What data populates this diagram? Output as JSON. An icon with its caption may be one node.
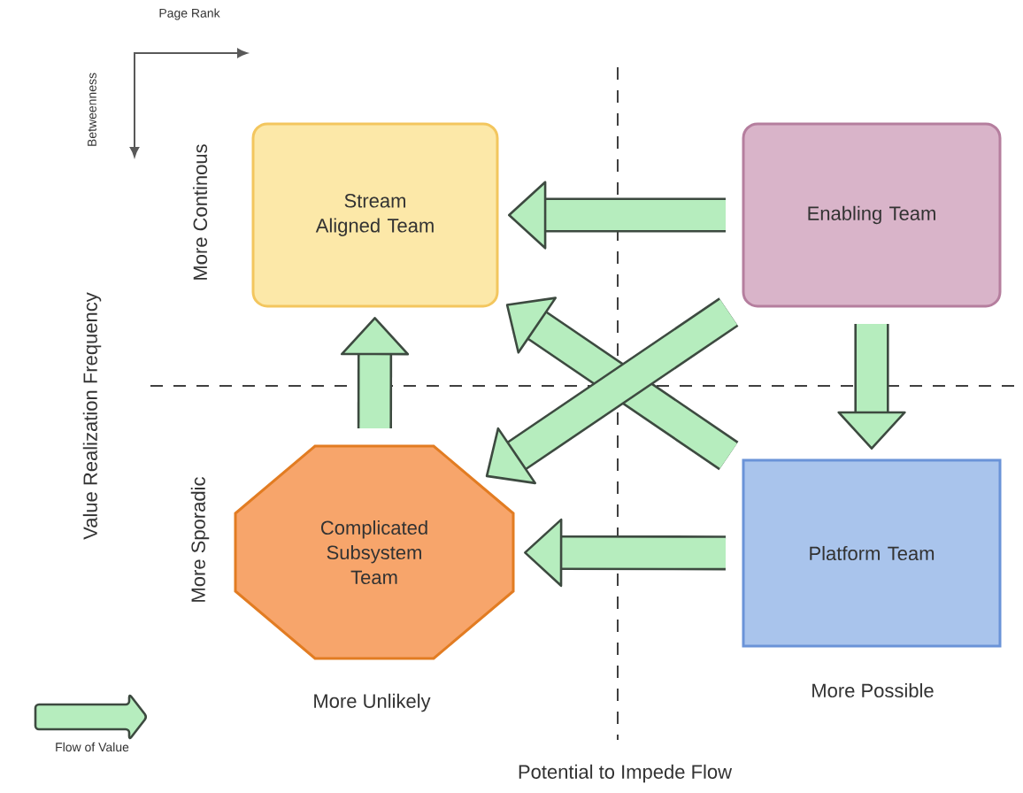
{
  "diagram": {
    "nodes": [
      {
        "text": [
          "Stream Aligned Team"
        ]
      },
      {
        "text": [
          "Enabling Team"
        ]
      },
      {
        "text": [
          "Complicated Subsystem Team"
        ]
      },
      {
        "text": [
          "Platform Team"
        ]
      }
    ],
    "edges": [
      {
        "from": 1,
        "to": 0,
        "arrow": "to"
      },
      {
        "from": 1,
        "to": 3,
        "arrow": "to"
      },
      {
        "from": 3,
        "to": 2,
        "arrow": "to"
      },
      {
        "from": 2,
        "to": 0,
        "arrow": "to"
      },
      {
        "from": 3,
        "to": 0,
        "arrow": "to"
      },
      {
        "from": 1,
        "to": 2,
        "arrow": "to"
      }
    ],
    "labels": [
      "Page Rank",
      "Betweenness",
      "More Continous",
      "Value Realization Frequency",
      "More Sporadic",
      "More Unlikely",
      "More Possible",
      "Potential to Impede Flow"
    ],
    "legend": [
      {
        "text": "Flow of Value"
      }
    ]
  }
}
